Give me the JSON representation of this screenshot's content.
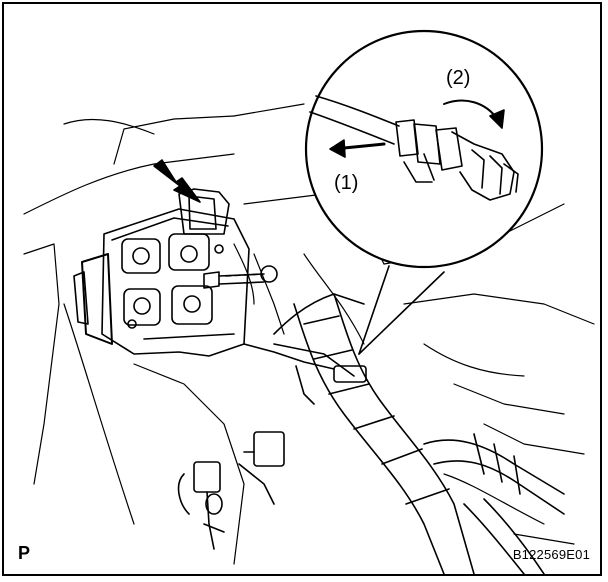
{
  "diagram": {
    "corner_label": "P",
    "figure_code": "B122569E01",
    "step_labels": [
      "(1)",
      "(2)"
    ]
  },
  "colors": {
    "line": "#000000",
    "background": "#ffffff"
  }
}
